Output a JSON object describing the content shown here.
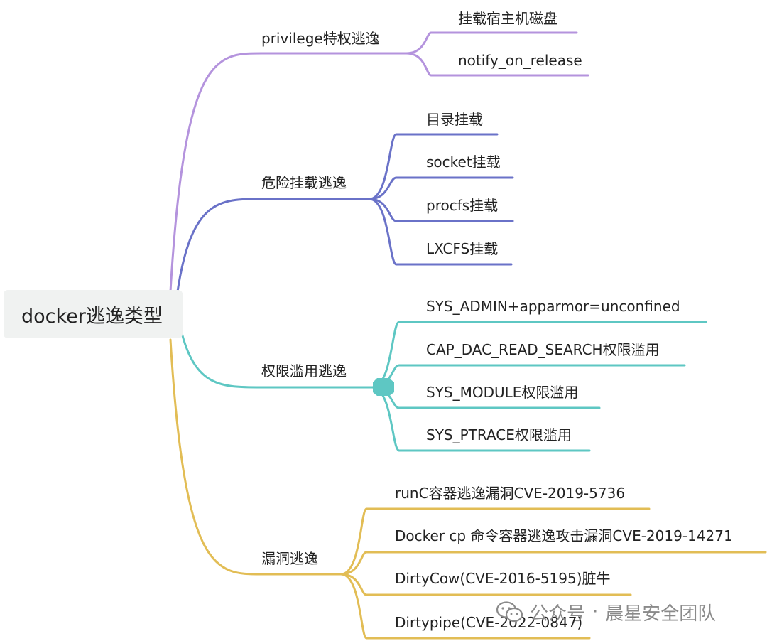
{
  "root": {
    "label": "docker逃逸类型"
  },
  "branches": [
    {
      "label": "privilege特权逃逸",
      "color": "#b493dd",
      "children": [
        "挂载宿主机磁盘",
        "notify_on_release"
      ]
    },
    {
      "label": "危险挂载逃逸",
      "color": "#6a72c8",
      "children": [
        "目录挂载",
        "socket挂载",
        "procfs挂载",
        "LXCFS挂载"
      ]
    },
    {
      "label": "权限滥用逃逸",
      "color": "#5ec7c3",
      "children": [
        "SYS_ADMIN+apparmor=unconfined",
        "CAP_DAC_READ_SEARCH权限滥用",
        "SYS_MODULE权限滥用",
        "SYS_PTRACE权限滥用"
      ]
    },
    {
      "label": "漏洞逃逸",
      "color": "#e2bd55",
      "children": [
        "runC容器逃逸漏洞CVE-2019-5736",
        "Docker cp 命令容器逃逸攻击漏洞CVE-2019-14271",
        "DirtyCow(CVE-2016-5195)脏牛",
        "Dirtypipe(CVE-2022-0847)"
      ]
    }
  ],
  "watermark": {
    "icon": "wechat-icon",
    "text": "公众号",
    "separator": "·",
    "name": "晨星安全团队"
  }
}
